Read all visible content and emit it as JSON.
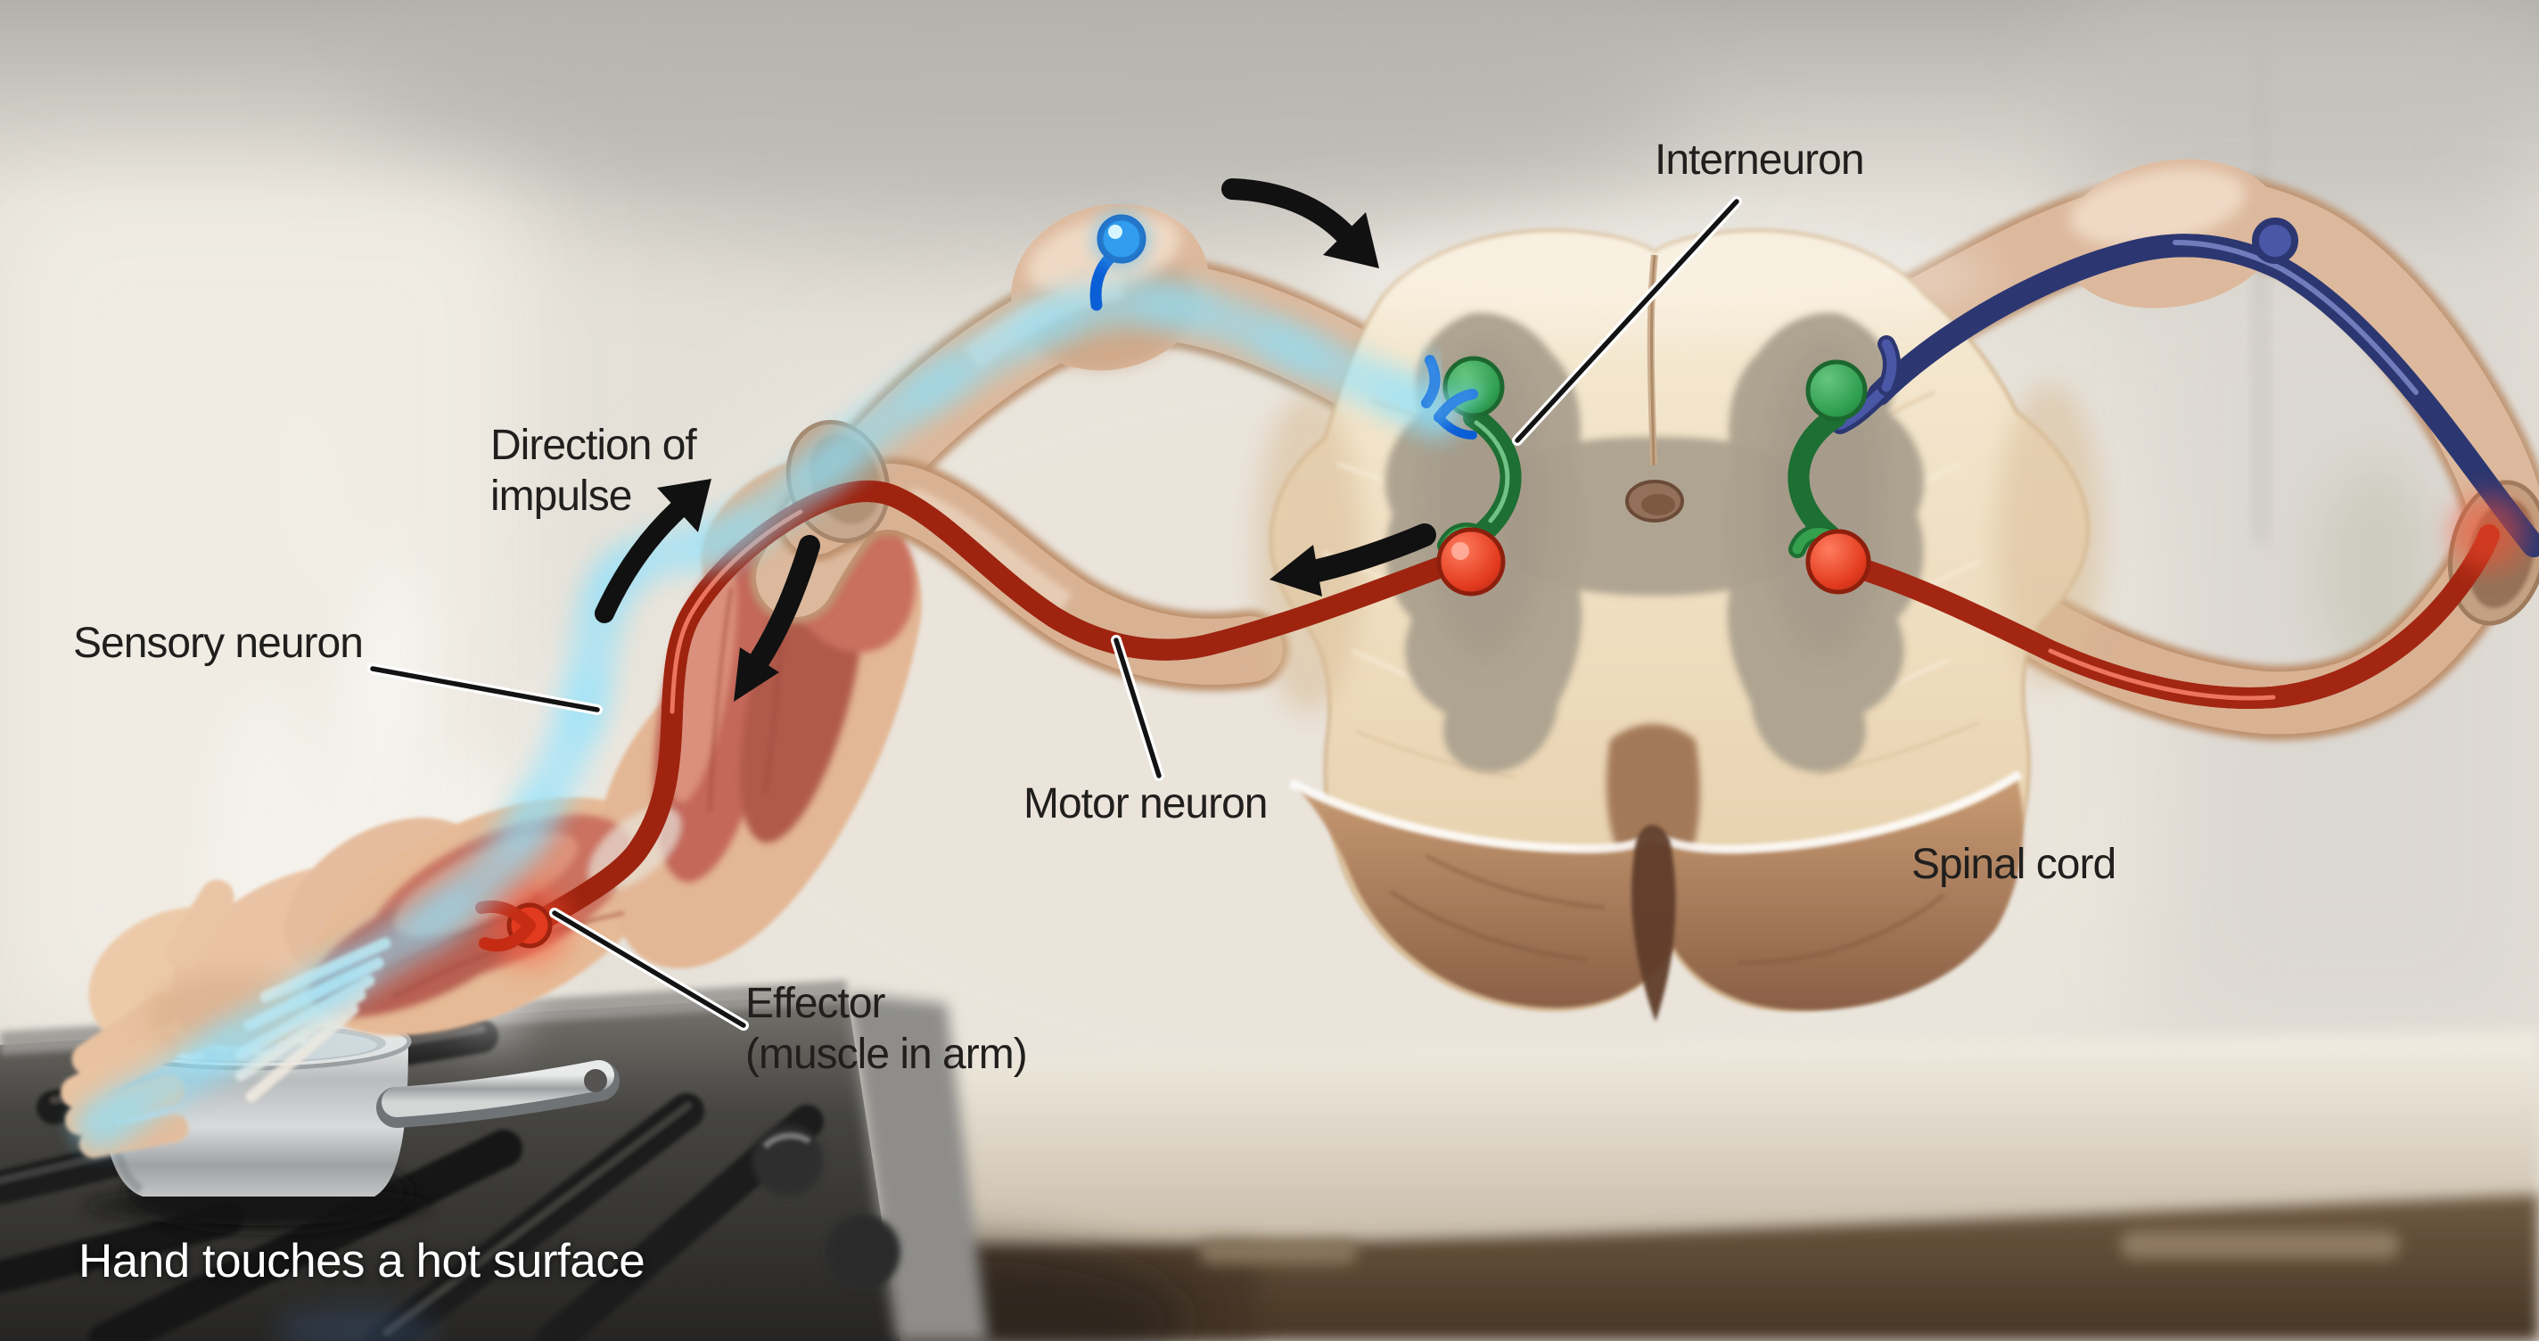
{
  "figure": {
    "kind": "reflex-arc-anatomy-illustration",
    "scene": "Hand held over a steaming pot on a gas stove; reflex arc through spinal cord cross-section",
    "caption": "Hand touches a hot surface",
    "labels": {
      "interneuron": "Interneuron",
      "direction_of_impulse": {
        "line1": "Direction of",
        "line2": "impulse"
      },
      "sensory_neuron": "Sensory neuron",
      "motor_neuron": "Motor neuron",
      "spinal_cord": "Spinal cord",
      "effector": {
        "line1": "Effector",
        "line2": "(muscle in arm)"
      }
    },
    "colors": {
      "sensory_neuron": "#1f86e8",
      "sensory_neuron_glow": "#8ae2ff",
      "interneuron": "#2f9e4f",
      "motor_neuron": "#e23a1e",
      "contralateral_sensory_neuron": "#4a57a6",
      "spinal_cord_white_matter": "#efe0c6",
      "spinal_cord_gray_matter": "#aca18f",
      "label_text": "#211f1d",
      "caption_text": "#ffffff",
      "impulse_arrow": "#111111"
    }
  }
}
